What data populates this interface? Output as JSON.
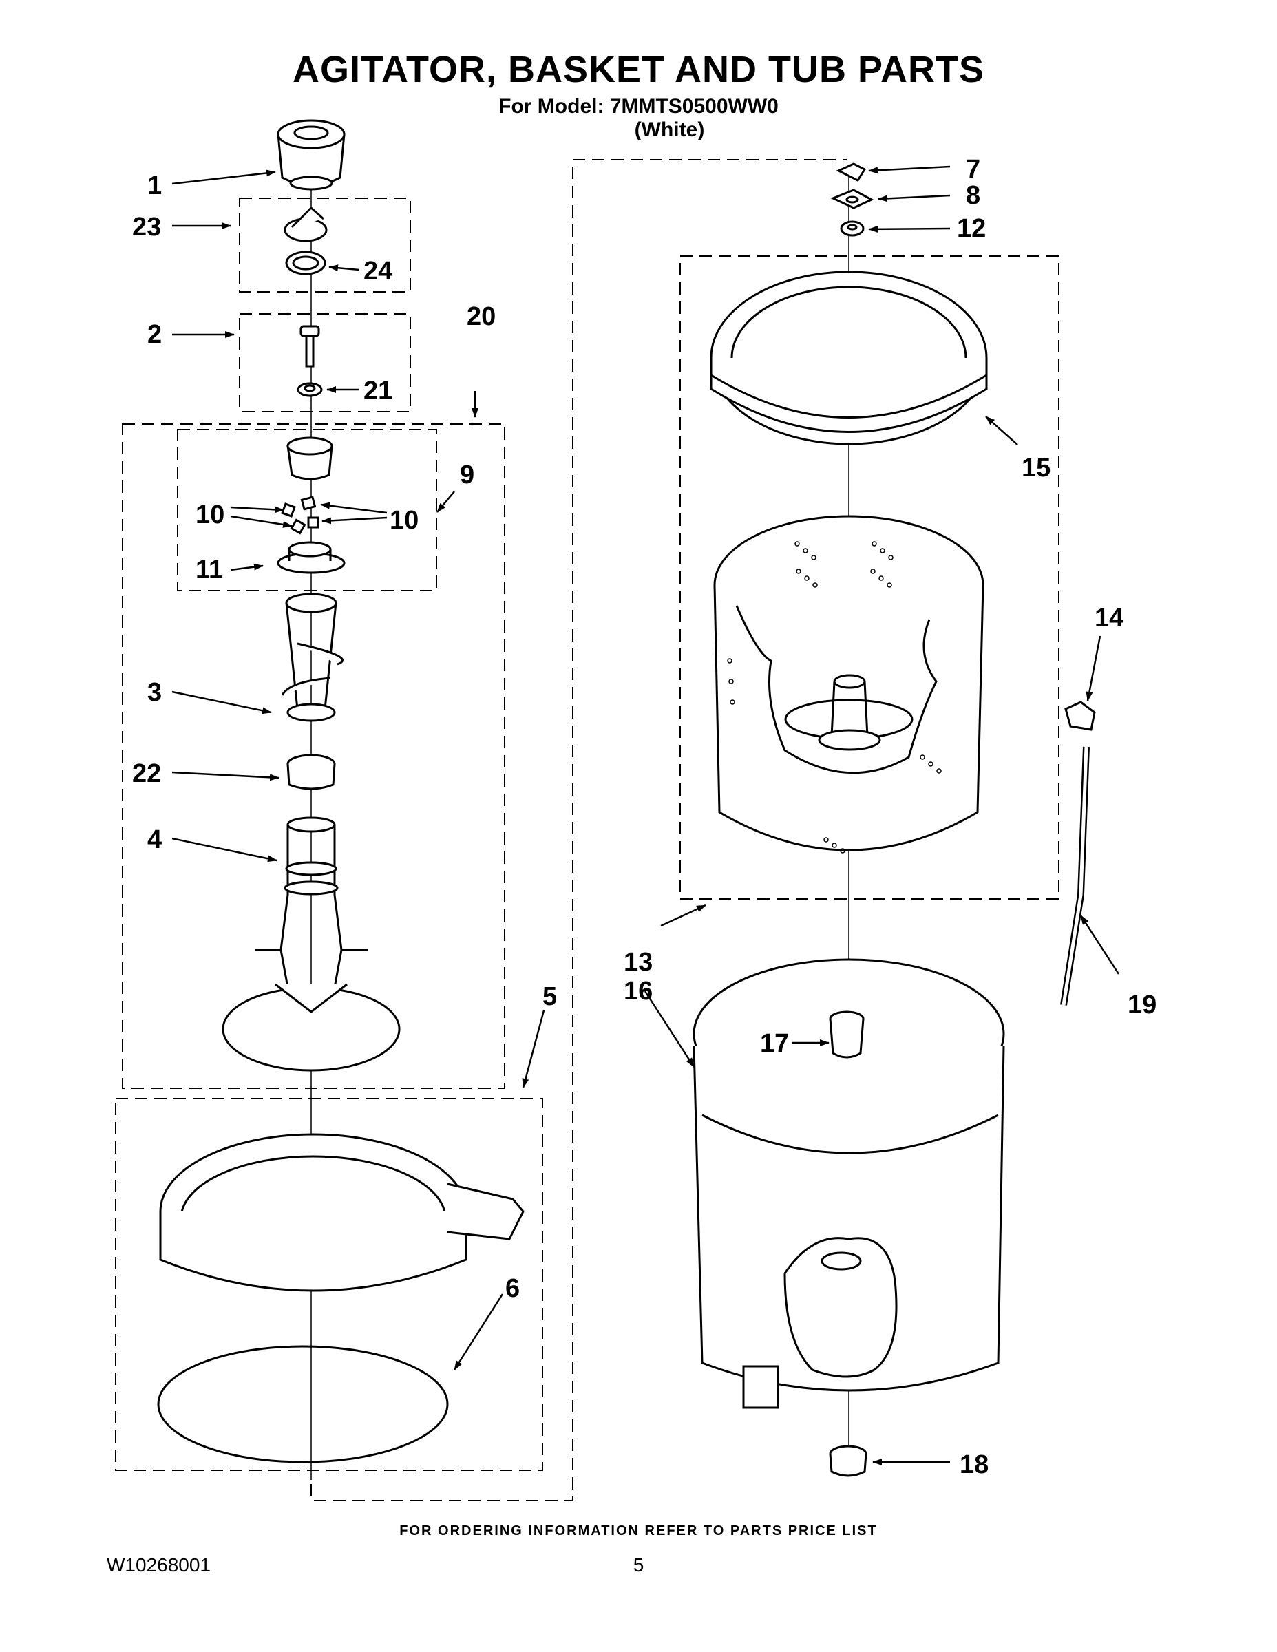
{
  "title": "AGITATOR, BASKET AND TUB PARTS",
  "model_line": "For Model: 7MMTS0500WW0",
  "color_line": "(White)",
  "footer_note": "FOR ORDERING INFORMATION REFER TO PARTS PRICE LIST",
  "document_code": "W10268001",
  "page_number": "5",
  "callouts": [
    "1",
    "23",
    "24",
    "2",
    "21",
    "20",
    "9",
    "10",
    "10",
    "11",
    "3",
    "22",
    "4",
    "5",
    "6",
    "7",
    "8",
    "12",
    "15",
    "14",
    "13",
    "16",
    "17",
    "19",
    "18"
  ]
}
